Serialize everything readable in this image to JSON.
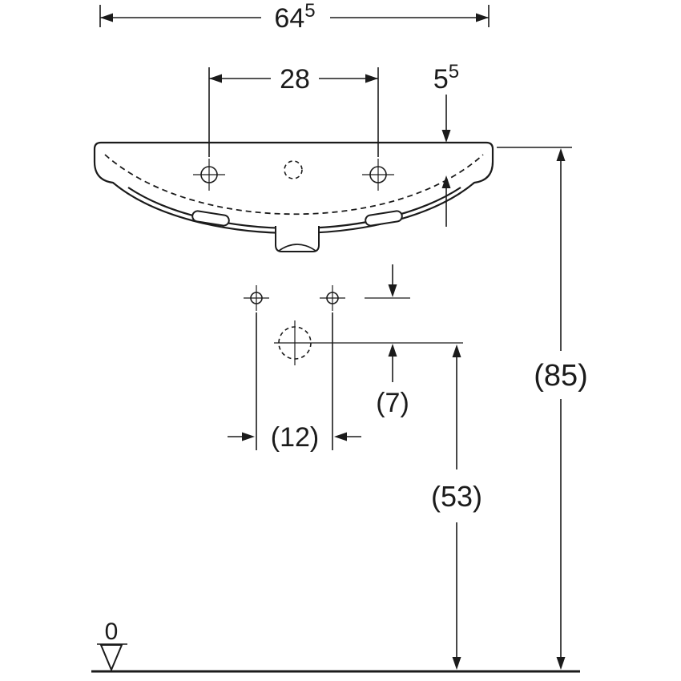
{
  "page": {
    "background": "#ffffff",
    "line_color": "#1b1b1b"
  },
  "dims": {
    "total_width": {
      "main": "64",
      "sup": "5"
    },
    "tap_spacing": {
      "main": "28"
    },
    "tap_offset": {
      "main": "5",
      "sup": "5"
    },
    "total_height": {
      "main": "(85)"
    },
    "bolt_to_drain": {
      "main": "(7)"
    },
    "bolt_spacing": {
      "main": "(12)"
    },
    "drain_height": {
      "main": "(53)"
    },
    "floor_datum": {
      "main": "0"
    }
  }
}
